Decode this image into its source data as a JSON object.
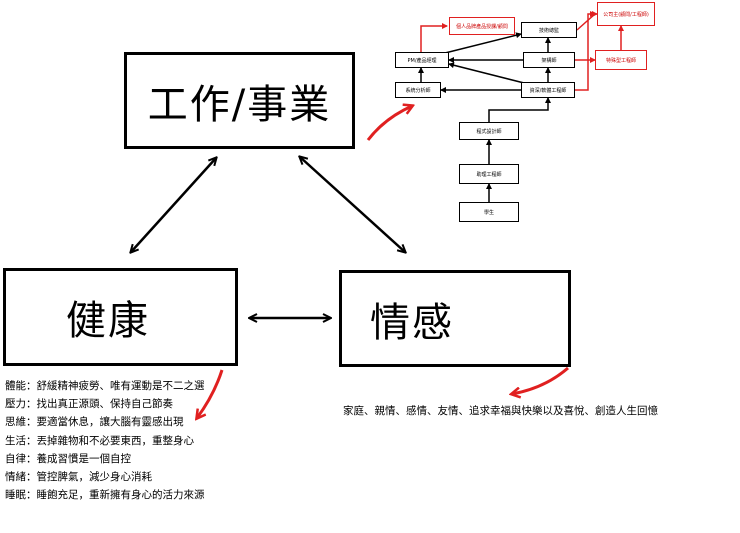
{
  "boxes": {
    "career": "工作/事業",
    "health": "健康",
    "emotion": "情感"
  },
  "health_notes": [
    "體能：舒緩精神疲勞、唯有運動是不二之選",
    "壓力：找出真正源頭、保持自己節奏",
    "思維：要適當休息，讓大腦有靈感出現",
    "生活：丟掉雜物和不必要東西，重整身心",
    "自律：養成習慣是一個自控",
    "情緒：管控脾氣，減少身心消耗",
    "睡眠：睡飽充足，重新擁有身心的活力來源"
  ],
  "emotion_note": "家庭、親情、感情、友情、追求幸福與快樂以及喜悅、創造人生回憶",
  "org_chart": {
    "nodes": {
      "personal_brand": "個人品牌產品授課/顧問",
      "pm": "PM/產品經理",
      "system_analyst": "系統分析師",
      "tech_director": "技術總監",
      "architect": "架構師",
      "senior_engineer": "資深/軟體工程師",
      "company_head": "公司主(顧問/工程師)",
      "specialist": "特殊型工程師",
      "programmer": "程式設計師",
      "junior": "助理工程師",
      "student": "學生"
    }
  },
  "colors": {
    "arrow": "#000000",
    "annotation_red": "#e02020"
  }
}
